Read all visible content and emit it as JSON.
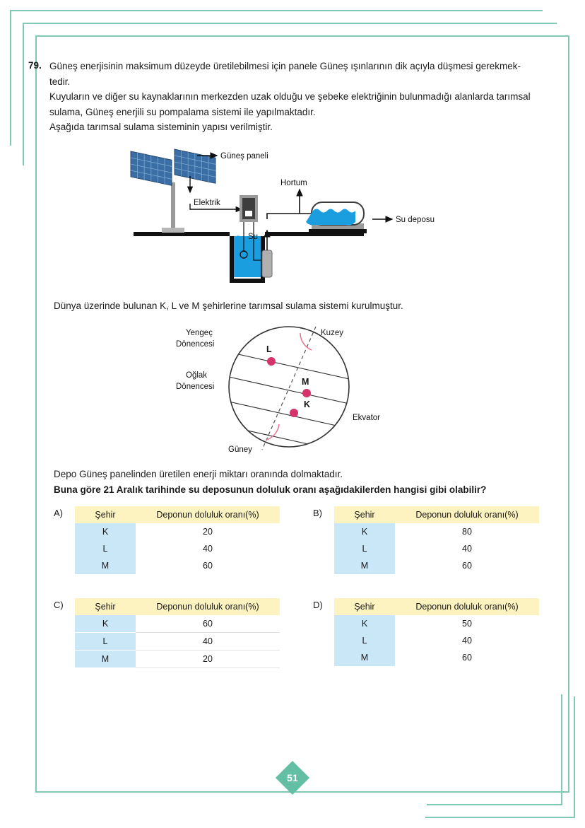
{
  "question": {
    "number": "79.",
    "paragraphs": [
      "Güneş enerjisinin maksimum düzeyde üretilebilmesi için panele Güneş ışınlarının dik açıyla düşmesi gerekmek-",
      "tedir.",
      "Kuyuların ve diğer su kaynaklarının merkezden uzak olduğu ve şebeke elektriğinin bulunmadığı alanlarda tarımsal",
      "sulama, Güneş enerjili su pompalama sistemi ile yapılmaktadır.",
      "Aşağıda tarımsal sulama sisteminin yapısı verilmiştir."
    ]
  },
  "solar_diagram": {
    "labels": {
      "panel": "Güneş paneli",
      "electricity": "Elektrik",
      "hose": "Hortum",
      "water": "Su",
      "tank": "Su deposu"
    }
  },
  "globe_caption": "Dünya üzerinde bulunan K, L ve M şehirlerine tarımsal sulama sistemi kurulmuştur.",
  "globe_diagram": {
    "labels": {
      "tropic_cancer_line1": "Yengeç",
      "tropic_cancer_line2": "Dönencesi",
      "tropic_capricorn_line1": "Oğlak",
      "tropic_capricorn_line2": "Dönencesi",
      "north": "Kuzey",
      "south": "Güney",
      "equator": "Ekvator",
      "point_l": "L",
      "point_m": "M",
      "point_k": "K"
    },
    "point_color": "#d6336c",
    "arc_color": "#e8738f"
  },
  "lead_text": "Depo Güneş panelinden üretilen enerji miktarı oranında dolmaktadır.",
  "prompt_text": "Buna göre 21 Aralık tarihinde su deposunun doluluk oranı aşağıdakilerden hangisi gibi olabilir?",
  "table_headers": {
    "city": "Şehir",
    "fill_rate": "Deponun doluluk oranı(%)"
  },
  "options": [
    {
      "letter": "A)",
      "ruled": false,
      "rows": [
        {
          "city": "K",
          "value": "20"
        },
        {
          "city": "L",
          "value": "40"
        },
        {
          "city": "M",
          "value": "60"
        }
      ]
    },
    {
      "letter": "B)",
      "ruled": false,
      "rows": [
        {
          "city": "K",
          "value": "80"
        },
        {
          "city": "L",
          "value": "40"
        },
        {
          "city": "M",
          "value": "60"
        }
      ]
    },
    {
      "letter": "C)",
      "ruled": true,
      "rows": [
        {
          "city": "K",
          "value": "60"
        },
        {
          "city": "L",
          "value": "40"
        },
        {
          "city": "M",
          "value": "20"
        }
      ]
    },
    {
      "letter": "D)",
      "ruled": false,
      "rows": [
        {
          "city": "K",
          "value": "50"
        },
        {
          "city": "L",
          "value": "40"
        },
        {
          "city": "M",
          "value": "60"
        }
      ]
    }
  ],
  "page_number": "51",
  "colors": {
    "frame": "#7fc8b4",
    "badge": "#62bfa4",
    "table_header": "#fdf3c0",
    "table_city_cell": "#c9e7f7",
    "water": "#1b9ee0",
    "panel": "#3a6ea5"
  }
}
